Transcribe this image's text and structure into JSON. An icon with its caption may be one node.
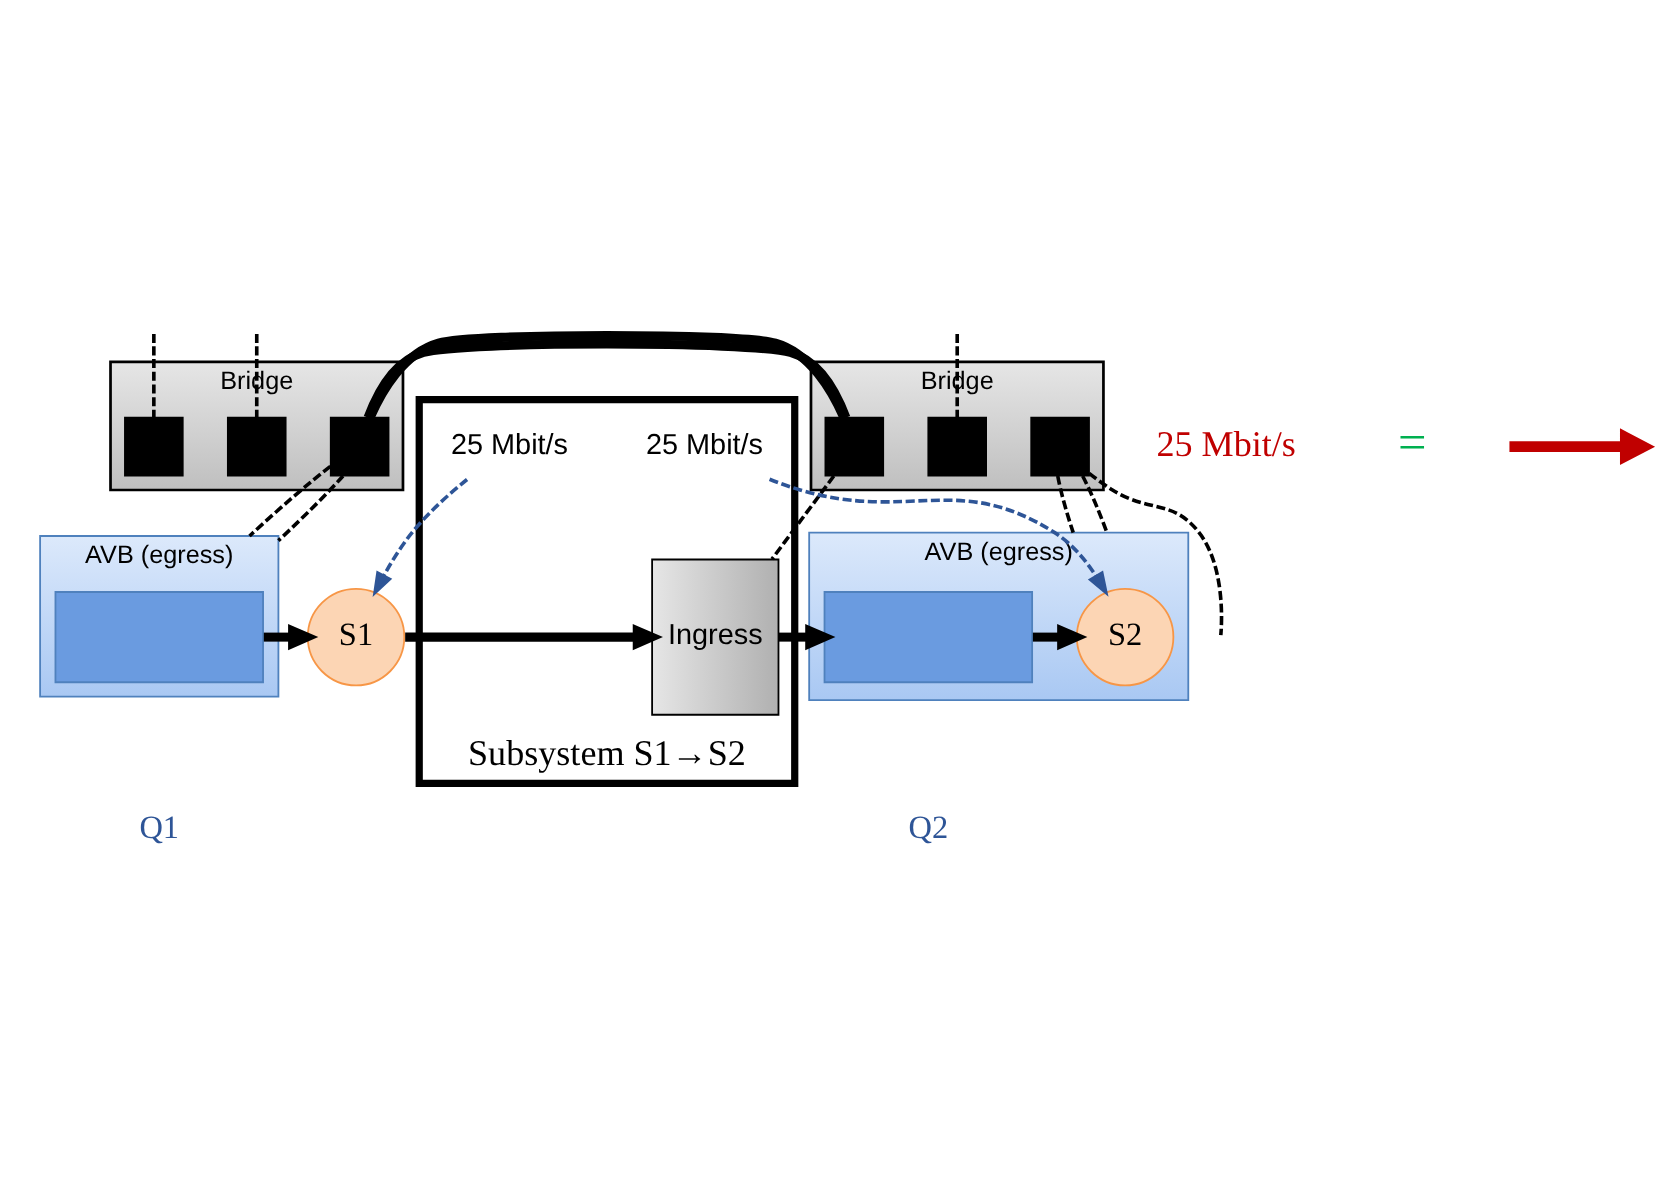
{
  "diagram": {
    "nodes": [
      {
        "text": [
          "Bridge"
        ]
      },
      {
        "text": [],
        "shape": "box",
        "in": 0
      },
      {
        "text": [],
        "shape": "box",
        "in": 0
      },
      {
        "text": [],
        "shape": "box",
        "in": 0
      },
      {
        "text": [
          "Bridge"
        ]
      },
      {
        "text": [],
        "shape": "box",
        "in": 4
      },
      {
        "text": [],
        "shape": "box",
        "in": 4
      },
      {
        "text": [],
        "shape": "box",
        "in": 4
      },
      {
        "text": [
          "AVB (egress)"
        ],
        "beside": [
          "Q1"
        ]
      },
      {
        "text": [],
        "shape": "box",
        "in": 8
      },
      {
        "text": [
          "Subsystem S1→S2"
        ]
      },
      {
        "text": [
          "S1"
        ]
      },
      {
        "text": [
          "Ingress"
        ],
        "in": 10
      },
      {
        "text": [
          "AVB (egress)"
        ],
        "beside": [
          "Q2"
        ]
      },
      {
        "text": [],
        "shape": "box",
        "in": 13
      },
      {
        "text": [
          "S2"
        ],
        "in": 13
      },
      {
        "text": [
          "25 Mbit/s"
        ],
        "in": 10
      },
      {
        "text": [
          "25 Mbit/s"
        ],
        "in": 10
      }
    ],
    "edges": [
      {
        "from": null,
        "to": 1,
        "arrow": "none",
        "style": "dashed"
      },
      {
        "from": null,
        "to": 2,
        "arrow": "none",
        "style": "dashed"
      },
      {
        "from": 3,
        "to": 5,
        "arrow": "none",
        "style": "thick"
      },
      {
        "from": null,
        "to": 6,
        "arrow": "none",
        "style": "dashed"
      },
      {
        "from": 7,
        "to": null,
        "arrow": "none",
        "style": "dashed"
      },
      {
        "from": 3,
        "to": 8,
        "arrow": "none",
        "style": "dashed"
      },
      {
        "from": 3,
        "to": 8,
        "arrow": "none",
        "style": "dashed"
      },
      {
        "from": 5,
        "to": 12,
        "arrow": "none",
        "style": "dashed"
      },
      {
        "from": 7,
        "to": 13,
        "arrow": "none",
        "style": "dashed"
      },
      {
        "from": 7,
        "to": 13,
        "arrow": "none",
        "style": "dashed"
      },
      {
        "from": 9,
        "to": 11,
        "arrow": "to",
        "style": "thick"
      },
      {
        "from": 11,
        "to": 12,
        "arrow": "to",
        "style": "thick"
      },
      {
        "from": 12,
        "to": 14,
        "arrow": "to",
        "style": "thick"
      },
      {
        "from": 14,
        "to": 15,
        "arrow": "to",
        "style": "thick"
      },
      {
        "from": 16,
        "to": 11,
        "arrow": "to",
        "style": "dashed",
        "color": "#2e5597"
      },
      {
        "from": 17,
        "to": 15,
        "arrow": "to",
        "style": "dashed",
        "color": "#2e5597"
      }
    ],
    "labels": [
      "25 Mbit/s",
      "="
    ]
  }
}
